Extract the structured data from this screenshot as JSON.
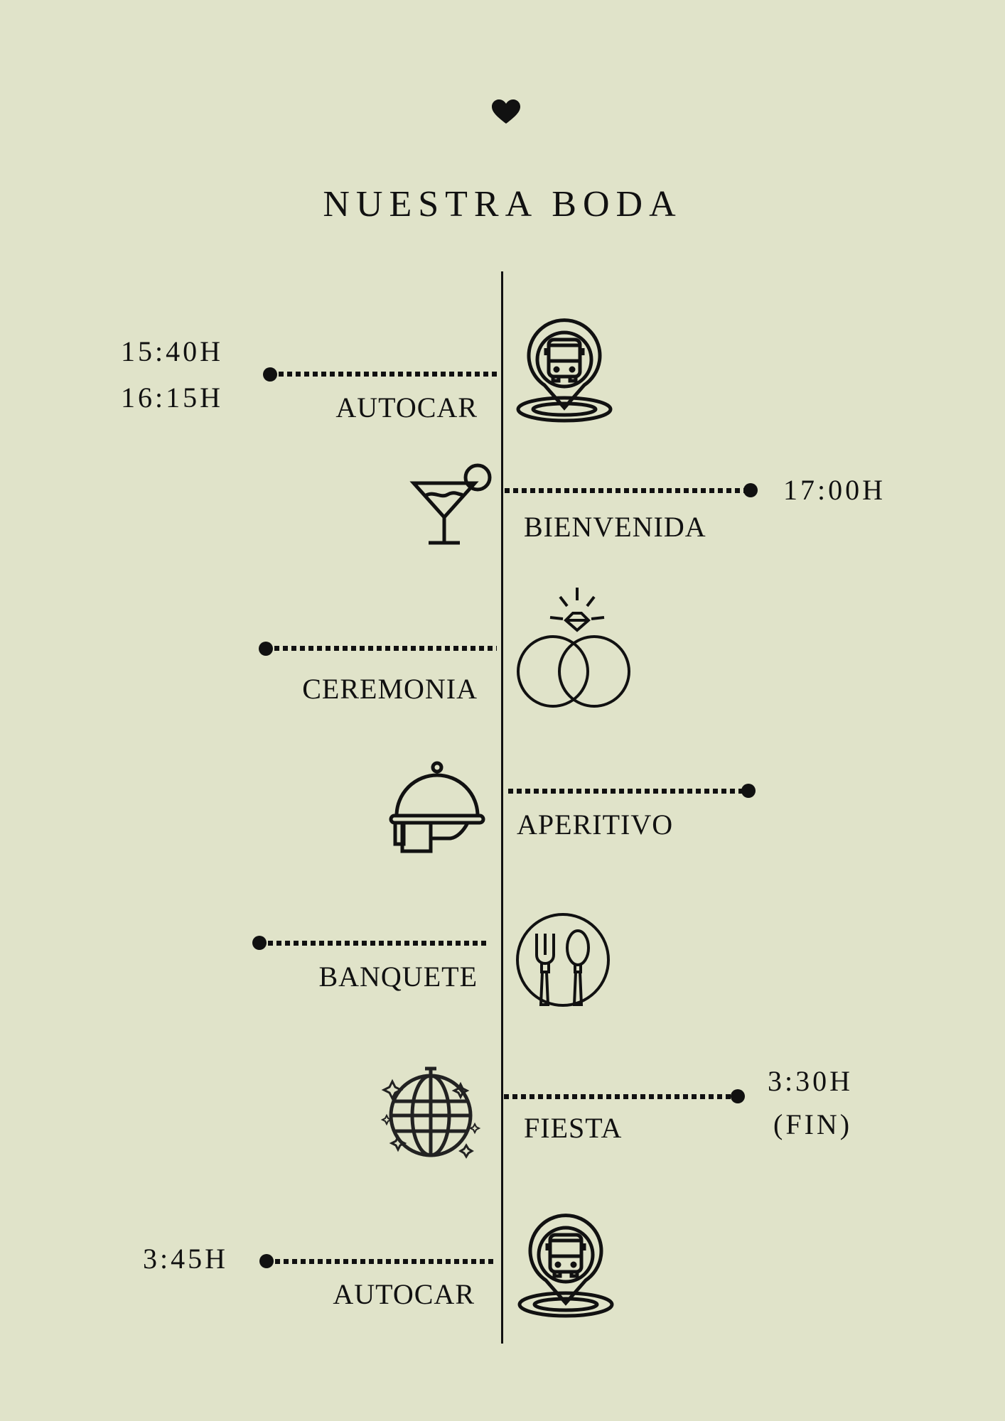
{
  "header": {
    "icon": "heart-icon",
    "title": "NUESTRA BODA"
  },
  "timeline": [
    {
      "label": "AUTOCAR",
      "times": [
        "15:40H",
        "16:15H"
      ],
      "icon": "bus-location-icon",
      "side": "left"
    },
    {
      "label": "BIENVENIDA",
      "times": [
        "17:00H"
      ],
      "icon": "cocktail-icon",
      "side": "right"
    },
    {
      "label": "CEREMONIA",
      "times": [],
      "icon": "wedding-rings-icon",
      "side": "left"
    },
    {
      "label": "APERITIVO",
      "times": [],
      "icon": "cloche-icon",
      "side": "right"
    },
    {
      "label": "BANQUETE",
      "times": [],
      "icon": "fork-spoon-plate-icon",
      "side": "left"
    },
    {
      "label": "FIESTA",
      "times": [
        "3:30H",
        "(FIN)"
      ],
      "icon": "disco-ball-icon",
      "side": "right"
    },
    {
      "label": "AUTOCAR",
      "times": [
        "3:45H"
      ],
      "icon": "bus-location-icon",
      "side": "left"
    }
  ],
  "colors": {
    "background": "#e0e3c9",
    "ink": "#111111"
  }
}
